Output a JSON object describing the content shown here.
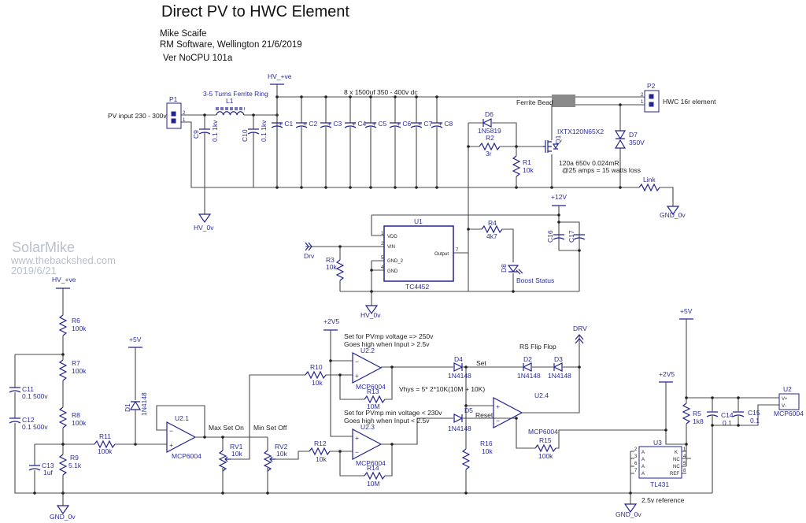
{
  "header": {
    "title": "Direct PV to HWC Element",
    "author": "Mike Scaife",
    "company": "RM Software, Wellington 21/6/2019",
    "version": "Ver NoCPU 101a"
  },
  "watermark": {
    "name": "SolarMike",
    "site": "www.thebackshed.com",
    "date": "2019/6/21"
  },
  "colors": {
    "wire": "#4a4a4a",
    "component": "#23238c",
    "label": "#2d2d99"
  },
  "power": {
    "hv_pos": "HV_+ve",
    "hv_pos2": "HV_+ve",
    "hv_0v_1": "HV_0v",
    "hv_0v_2": "HV_0v",
    "gnd_1": "GND_0v",
    "gnd_2": "GND_0v",
    "gnd_3": "GND_0v",
    "p12v": "+12V",
    "p5v_1": "+5V",
    "p5v_2": "+5V",
    "p2v5_1": "+2V5",
    "p2v5_2": "+2V5"
  },
  "power_stage": {
    "p1": {
      "ref": "P1",
      "desc": "PV input 230 - 300v",
      "pin2": "2",
      "pin1": "1"
    },
    "p2": {
      "ref": "P2",
      "desc": "HWC 16r element",
      "pin2": "2",
      "pin1": "1"
    },
    "l1": {
      "ref": "L1",
      "desc": "3-5 Turns Ferrite Ring"
    },
    "c9": {
      "ref": "C9",
      "value": "0.1 1kv"
    },
    "c10": {
      "ref": "C10",
      "value": "0.1 1kv"
    },
    "bank_note": "8 x 1500uf 350 - 400v dc",
    "caps": [
      "C1",
      "C2",
      "C3",
      "C4",
      "C5",
      "C6",
      "C7",
      "C8"
    ],
    "ferrite_bead": "Ferrite Bead",
    "d6": {
      "ref": "D6",
      "value": "1N5819"
    },
    "r2": {
      "ref": "R2",
      "value": "3r"
    },
    "r1": {
      "ref": "R1",
      "value": "10k"
    },
    "q1": {
      "ref": "Q1",
      "part": "IXTX120N65X2",
      "note1": "120a 650v 0.024mR",
      "note2": "@25 amps = 15 watts loss"
    },
    "d7": {
      "ref": "D7",
      "value": "350V"
    },
    "link": "Link"
  },
  "driver": {
    "u1": {
      "ref": "U1",
      "part": "TC4452",
      "pins": [
        "VDD",
        "VIN",
        "GND_2",
        "GND",
        "Output"
      ],
      "pin_nums": [
        "1",
        "2",
        "5",
        "4",
        "7"
      ]
    },
    "drv_in": "Drv",
    "r3": {
      "ref": "R3",
      "value": "10k"
    },
    "r4": {
      "ref": "R4",
      "value": "4k7"
    },
    "d8": {
      "ref": "D8",
      "desc": "Boost Status"
    },
    "c16": "C16",
    "c17": "C17"
  },
  "control": {
    "r6": {
      "ref": "R6",
      "value": "100k"
    },
    "r7": {
      "ref": "R7",
      "value": "100k"
    },
    "r8": {
      "ref": "R8",
      "value": "100k"
    },
    "r9": {
      "ref": "R9",
      "value": "5.1k"
    },
    "c11": {
      "ref": "C11",
      "value": "0.1 500v"
    },
    "c12": {
      "ref": "C12",
      "value": "0.1 500v"
    },
    "c13": {
      "ref": "C13",
      "value": "1uf"
    },
    "r11": {
      "ref": "R11",
      "value": "100k"
    },
    "d1": {
      "ref": "D1",
      "value": "1N4148"
    },
    "u21": {
      "ref": "U2.1",
      "part": "MCP6004"
    },
    "max_set_on": "Max Set On",
    "min_set_off": "Min Set Off",
    "rv1": {
      "ref": "RV1",
      "value": "10k"
    },
    "rv2": {
      "ref": "RV2",
      "value": "10k"
    },
    "r10": {
      "ref": "R10",
      "value": "10k"
    },
    "r12": {
      "ref": "R12",
      "value": "10k"
    },
    "u22": {
      "ref": "U2.2",
      "part": "MCP6004"
    },
    "u23": {
      "ref": "U2.3",
      "part": "MCP6004"
    },
    "u24": {
      "ref": "U2.4",
      "part": "MCP6004"
    },
    "r13": {
      "ref": "R13",
      "value": "10M"
    },
    "r14": {
      "ref": "R14",
      "value": "10M"
    },
    "note_max1": "Set for PVmp voltage => 250v",
    "note_max2": "Goes high when Input > 2.5v",
    "note_min1": "Set for PVmp min voltage < 230v",
    "note_min2": "Goes high when Input < 2.5v",
    "vhys": "Vhys = 5* 2*10K(10M + 10K)",
    "d4": {
      "ref": "D4",
      "value": "1N4148"
    },
    "d5": {
      "ref": "D5",
      "value": "1N4148"
    },
    "d2": {
      "ref": "D2",
      "value": "1N4148"
    },
    "d3": {
      "ref": "D3",
      "value": "1N4148"
    },
    "set": "Set",
    "reset": "Reset",
    "rs_flipflop": "RS Flip Flop",
    "drv_out": "DRV",
    "r15": {
      "ref": "R15",
      "value": "100k"
    },
    "r16": {
      "ref": "R16",
      "value": "10k"
    }
  },
  "reference": {
    "u3": {
      "ref": "U3",
      "part": "TL431",
      "pins_left": [
        "A",
        "A",
        "A",
        "A"
      ],
      "pins_right": [
        "K",
        "NC",
        "NC",
        "REF"
      ],
      "left_nums": [
        "2",
        "3",
        "6",
        "7"
      ],
      "right_nums": [
        "1",
        "4",
        "5",
        "8"
      ]
    },
    "note": "2.5v reference",
    "r5": {
      "ref": "R5",
      "value": "1k8"
    },
    "c14": {
      "ref": "C14",
      "value": "0.1"
    },
    "c15": {
      "ref": "C15",
      "value": "0.1"
    },
    "u2": {
      "ref": "U2",
      "part": "MCP6004",
      "vp": "V+",
      "vm": "V-"
    }
  }
}
